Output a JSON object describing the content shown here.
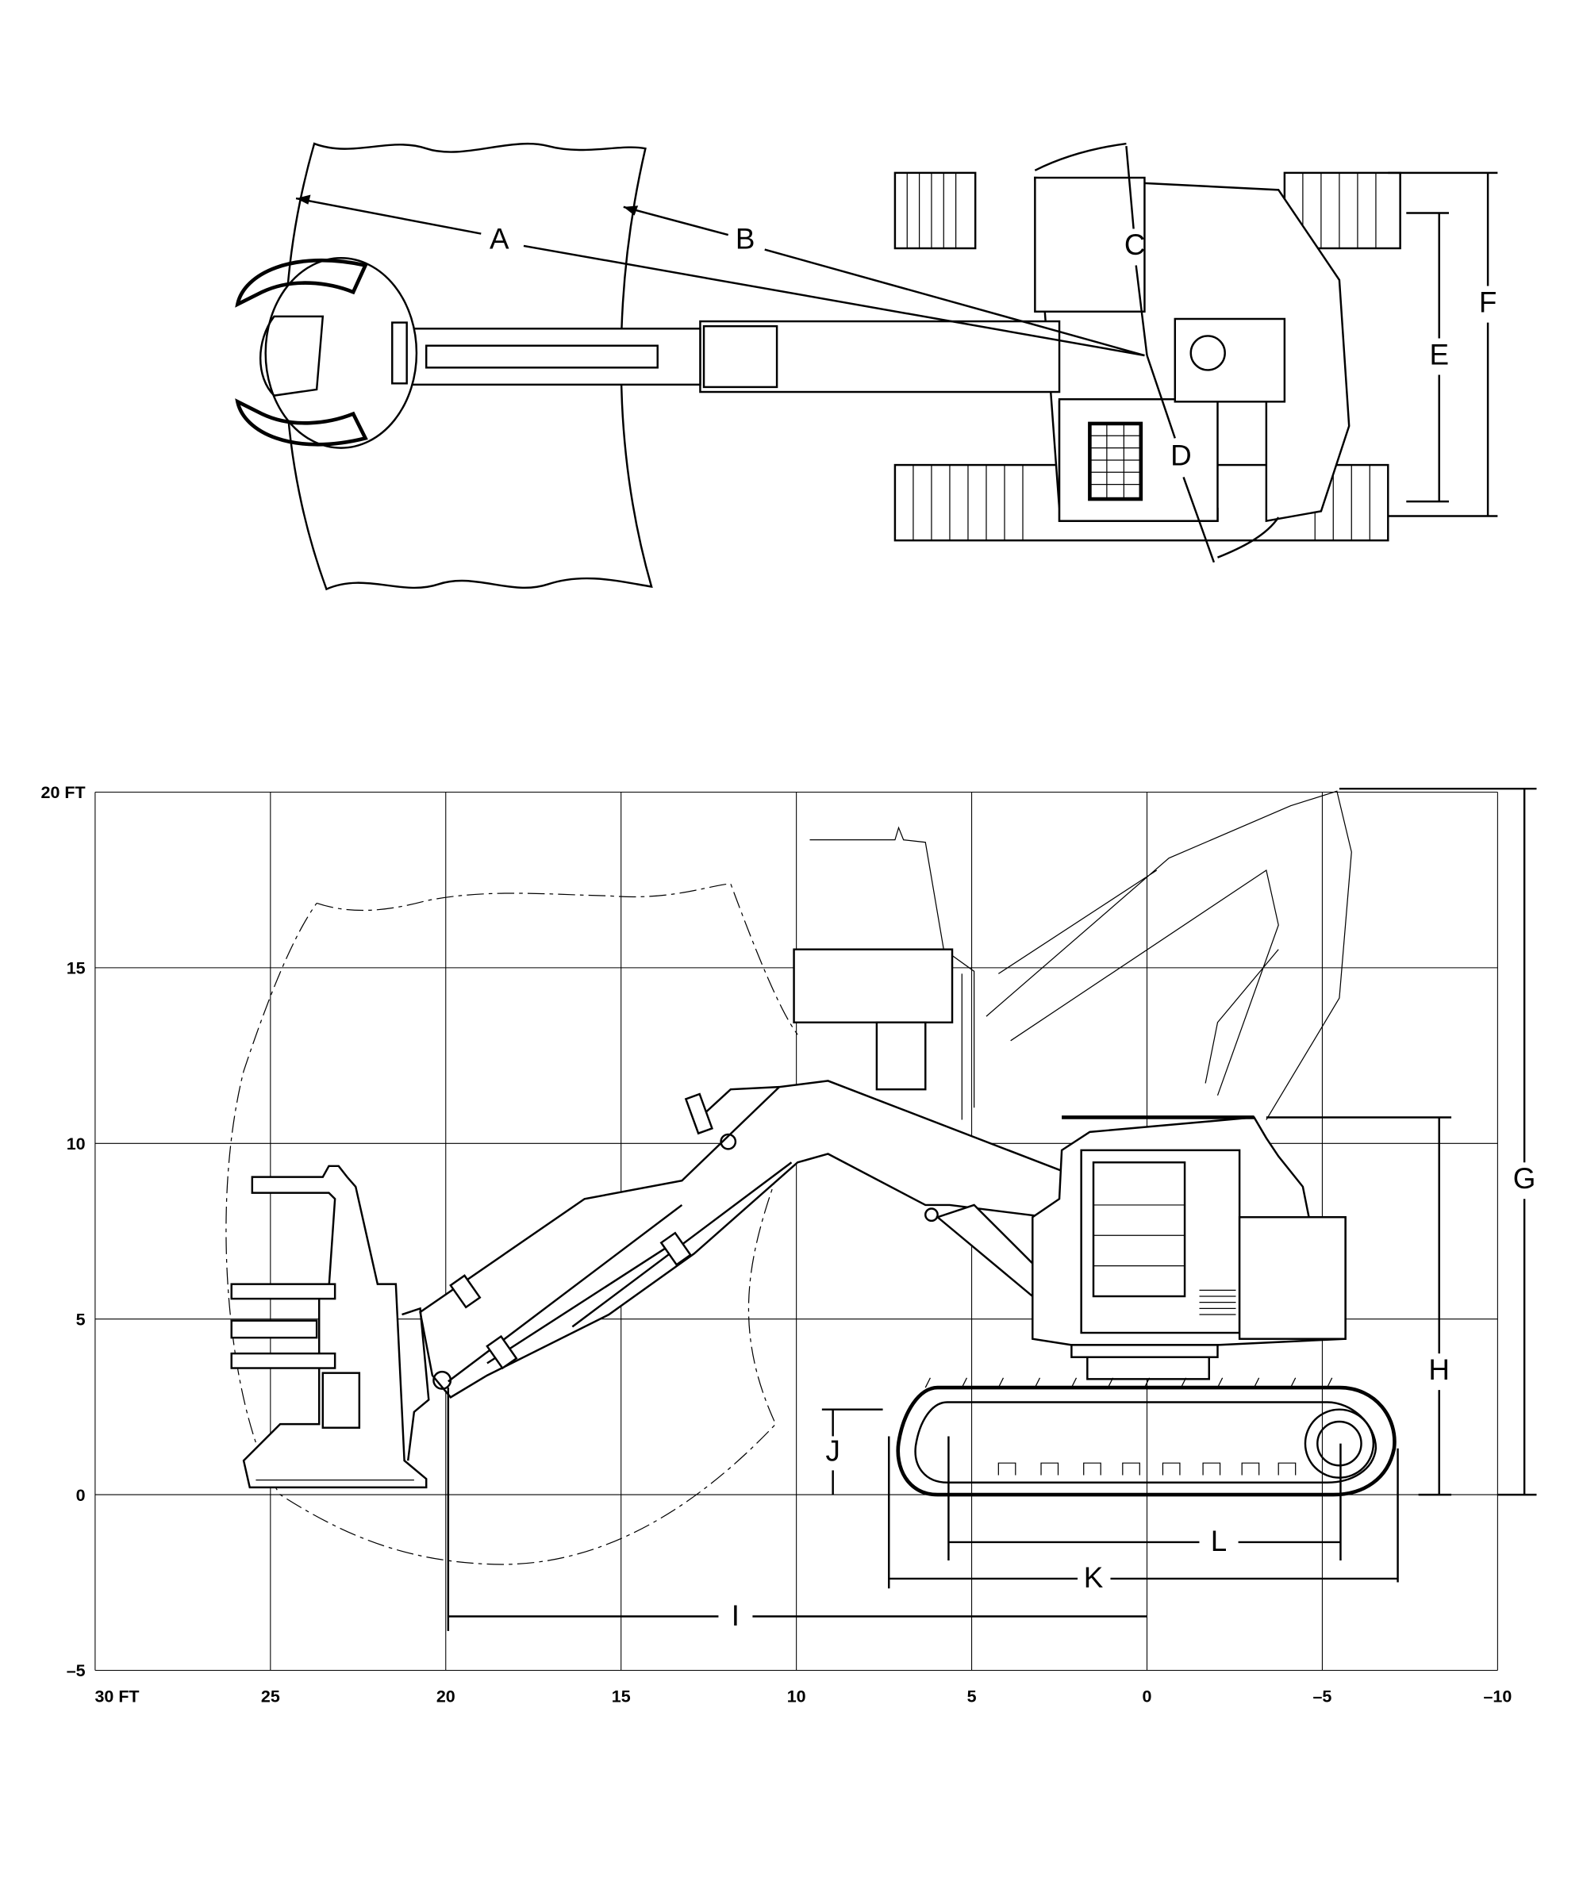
{
  "top_view": {
    "dimension_labels": {
      "A": "A",
      "B": "B",
      "C": "C",
      "D": "D",
      "E": "E",
      "F": "F"
    }
  },
  "side_view": {
    "dimension_labels": {
      "G": "G",
      "H": "H",
      "I": "I",
      "J": "J",
      "K": "K",
      "L": "L"
    },
    "y_axis": {
      "ticks": [
        {
          "value": 20,
          "label": "20 FT"
        },
        {
          "value": 15,
          "label": "15"
        },
        {
          "value": 10,
          "label": "10"
        },
        {
          "value": 5,
          "label": "5"
        },
        {
          "value": 0,
          "label": "0"
        },
        {
          "value": -5,
          "label": "–5"
        }
      ]
    },
    "x_axis": {
      "ticks": [
        {
          "value": 30,
          "label": "30 FT"
        },
        {
          "value": 25,
          "label": "25"
        },
        {
          "value": 20,
          "label": "20"
        },
        {
          "value": 15,
          "label": "15"
        },
        {
          "value": 10,
          "label": "10"
        },
        {
          "value": 5,
          "label": "5"
        },
        {
          "value": 0,
          "label": "0"
        },
        {
          "value": -5,
          "label": "–5"
        },
        {
          "value": -10,
          "label": "–10"
        }
      ]
    }
  }
}
